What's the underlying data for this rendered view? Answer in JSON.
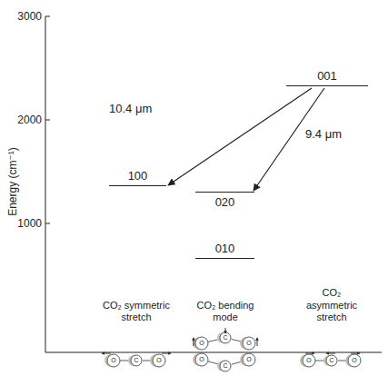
{
  "diagram": {
    "nodes": [
      {
        "text": [
          "001"
        ]
      },
      {
        "text": [
          "100"
        ]
      },
      {
        "text": [
          "020"
        ]
      },
      {
        "text": [
          "010"
        ]
      }
    ],
    "edges": [
      {
        "from": 0,
        "to": 1,
        "arrow": "to",
        "label": "10.4 μm"
      },
      {
        "from": 0,
        "to": 2,
        "arrow": "to",
        "label": "9.4 μm"
      }
    ],
    "labels": [
      "3000",
      "2000",
      "1000",
      "Energy (cm⁻¹)",
      "CO₂ symmetric stretch",
      "CO₂ bending mode",
      "CO₂ asymmetric stretch",
      "O",
      "C",
      "O",
      "O",
      "C",
      "O",
      "O",
      "C",
      "O",
      "O",
      "C",
      "O"
    ]
  }
}
